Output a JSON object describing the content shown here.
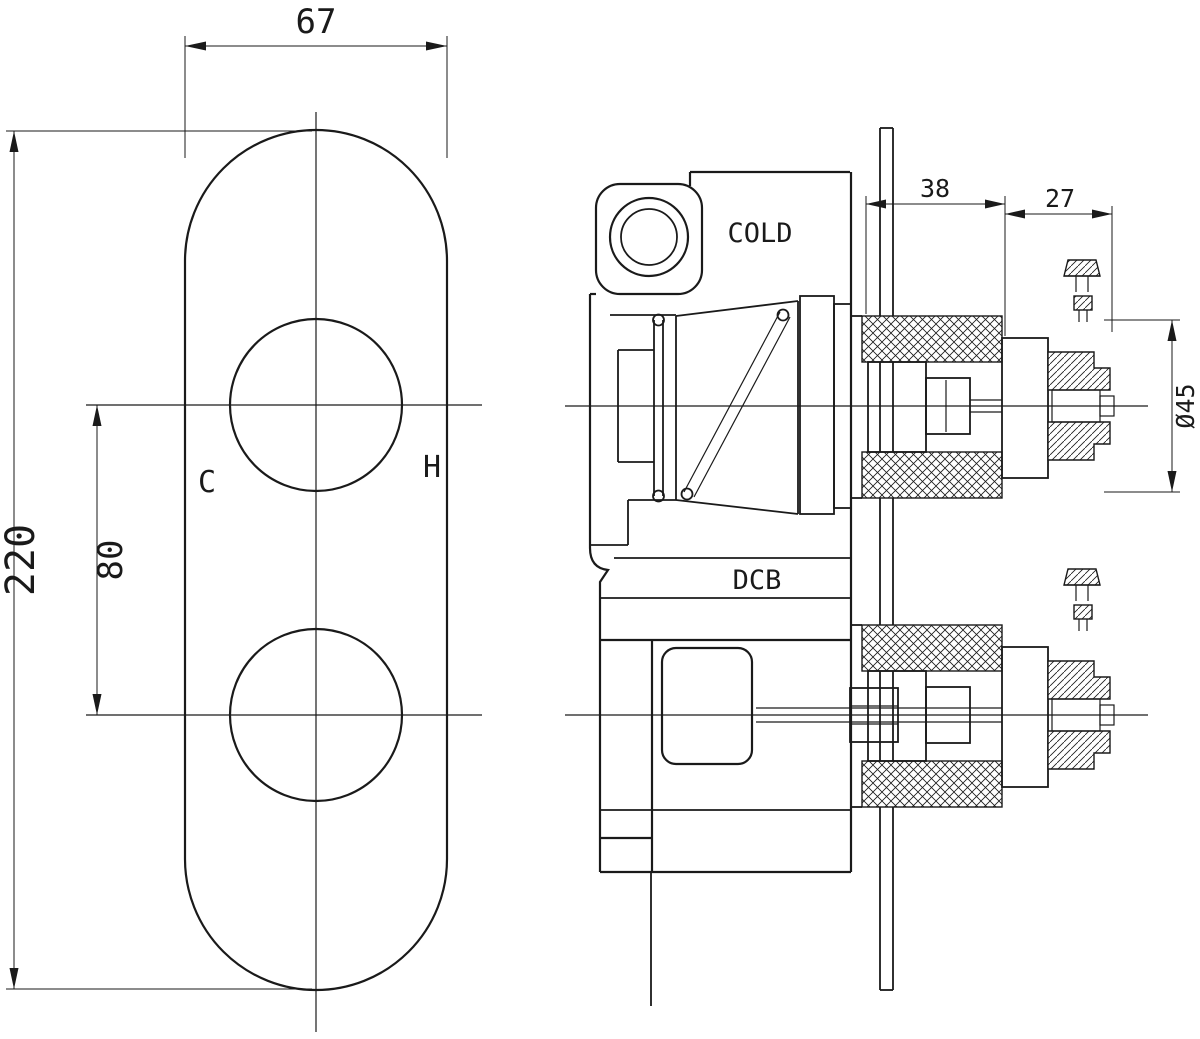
{
  "front_view": {
    "dim_width": "67",
    "dim_height": "220",
    "dim_center_spacing": "80",
    "cold_handle": "C",
    "hot_handle": "H"
  },
  "side_view": {
    "cold_port": "COLD",
    "body_label": "DCB",
    "dim_wall_depth": "38",
    "dim_trim_depth": "27",
    "dim_trim_diameter": "Ø45"
  },
  "colors": {
    "line": "#1a1a1a",
    "background": "#ffffff"
  }
}
